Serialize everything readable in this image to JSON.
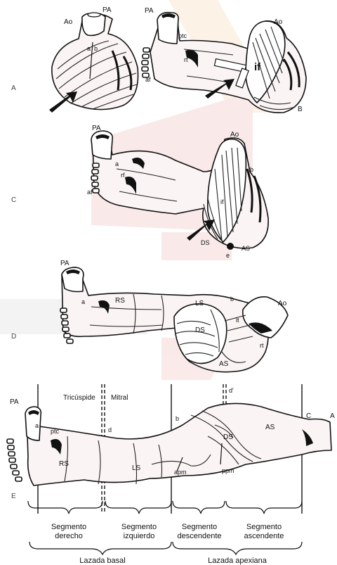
{
  "watermark": {
    "color": "#e8a0a0",
    "accent": "#f2c48a"
  },
  "row_labels": {
    "a": "A",
    "c": "C",
    "d": "D",
    "e": "E"
  },
  "panel_a": {
    "left": {
      "ao": "Ao",
      "pa": "PA",
      "a": "a",
      "b": "b"
    },
    "right": {
      "pa": "PA",
      "ptc": "ptc",
      "rt": "rt",
      "af": "af",
      "ao": "Ao",
      "if": "if",
      "b_corner": "B"
    }
  },
  "panel_c": {
    "pa": "PA",
    "a": "a",
    "rf": "rf",
    "af": "af",
    "ao": "Ao",
    "b": "b",
    "if": "if",
    "ds": "DS",
    "as": "AS",
    "e": "e"
  },
  "panel_d": {
    "pa": "PA",
    "a": "a",
    "rs": "RS",
    "ls": "LS",
    "b": "b",
    "ao": "Ao",
    "lt": "lt",
    "ds": "DS",
    "rt": "rt",
    "as": "AS"
  },
  "panel_e": {
    "pa": "PA",
    "a": "a",
    "ptc": "ptc",
    "rs": "RS",
    "tricuspide": "Tricúspide",
    "mitral": "Mitral",
    "d": "d",
    "ls": "LS",
    "b": "b",
    "d_prime": "d'",
    "ds": "DS",
    "as": "AS",
    "apm": "apm",
    "ppm": "ppm",
    "c": "C",
    "ao_edge": "A"
  },
  "segments": {
    "derecho": [
      "Segmento",
      "derecho"
    ],
    "izquierdo": [
      "Segmento",
      "izquierdo"
    ],
    "descendente": [
      "Segmento",
      "descendente"
    ],
    "ascendente": [
      "Segmento",
      "ascendente"
    ]
  },
  "loops": {
    "basal": "Lazada basal",
    "apexiana": "Lazada apexiana"
  }
}
